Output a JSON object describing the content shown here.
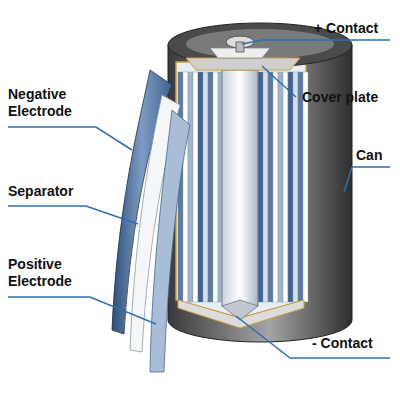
{
  "diagram": {
    "labels": [
      "+ Contact",
      "Cover plate",
      "Can",
      "Negative Electrode",
      "Separator",
      "Positive Electrode",
      "- Contact"
    ]
  }
}
